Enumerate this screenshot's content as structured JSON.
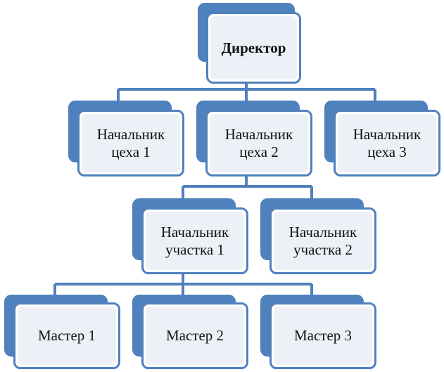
{
  "diagram": {
    "director": {
      "label": "Директор"
    },
    "level2": [
      {
        "label": "Начальник цеха 1"
      },
      {
        "label": "Начальник цеха 2"
      },
      {
        "label": "Начальник цеха 3"
      }
    ],
    "level3": [
      {
        "label": "Начальник участка 1"
      },
      {
        "label": "Начальник участка 2"
      }
    ],
    "level4": [
      {
        "label": "Мастер 1"
      },
      {
        "label": "Мастер 2"
      },
      {
        "label": "Мастер 3"
      }
    ],
    "colors": {
      "accent": "#4f81bd",
      "box_fill": "#edf1f7"
    }
  }
}
